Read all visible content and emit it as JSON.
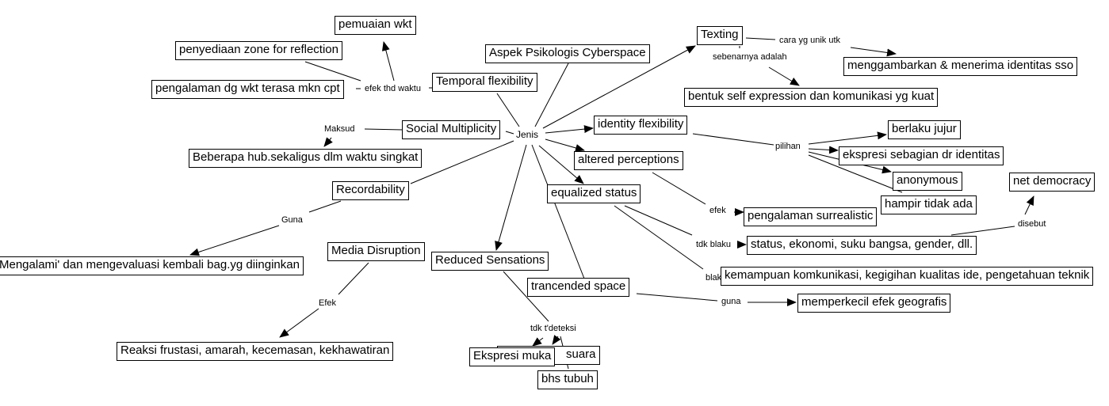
{
  "diagram": {
    "title": "Aspek Psikologis Cyberspace",
    "hub_label": "Jenis",
    "concepts": {
      "root": "Aspek Psikologis Cyberspace",
      "temporal": "Temporal flexibility",
      "social": "Social Multiplicity",
      "record": "Recordability",
      "media": "Media Disruption",
      "reduced": "Reduced Sensations",
      "trans": "trancended space",
      "equal": "equalized status",
      "altered": "altered perceptions",
      "identity": "identity flexibility",
      "texting": "Texting",
      "pemuaian": "pemuaian wkt",
      "zone": "penyediaan zone for reflection",
      "pengalaman_wkt": "pengalaman dg wkt terasa mkn cpt",
      "beberapa": "Beberapa hub.sekaligus dlm waktu singkat",
      "mengalami": "Mengalami' dan mengevaluasi kembali bag.yg diinginkan",
      "reaksi": "Reaksi frustasi, amarah, kecemasan, kekhawatiran",
      "ekspresi_muka": "Ekspresi muka",
      "suara": "suara",
      "bhs_tubuh": "bhs tubuh",
      "memperkecil": "memperkecil efek geografis",
      "kemampuan": "kemampuan komkunikasi, kegigihan kualitas ide, pengetahuan teknik",
      "status_list": "status, ekonomi, suku bangsa, gender, dll.",
      "net_democracy": "net democracy",
      "surreal": "pengalaman surrealistic",
      "berlaku_jujur": "berlaku jujur",
      "ekspresi_sebagian": "ekspresi sebagian dr identitas",
      "anonymous": "anonymous",
      "hampir": "hampir tidak ada",
      "menggambarkan": "menggambarkan & menerima identitas sso",
      "bentuk_self": "bentuk self expression dan komunikasi yg kuat"
    },
    "link_labels": {
      "jenis": "Jenis",
      "efek_waktu": "efek thd waktu",
      "maksud": "Maksud",
      "guna_record": "Guna",
      "efek_media": "Efek",
      "tdk_terdeteksi": "tdk t'deteksi",
      "guna_space": "guna",
      "blaku": "blaku",
      "tdk_blaku": "tdk blaku",
      "disebut": "disebut",
      "efek_altered": "efek",
      "pilihan": "pilihan",
      "cara_unik": "cara yg unik utk",
      "sebenarnya": "sebenarnya adalah"
    },
    "colors": {
      "line": "#000000",
      "box_border": "#000000",
      "background": "#ffffff"
    }
  }
}
